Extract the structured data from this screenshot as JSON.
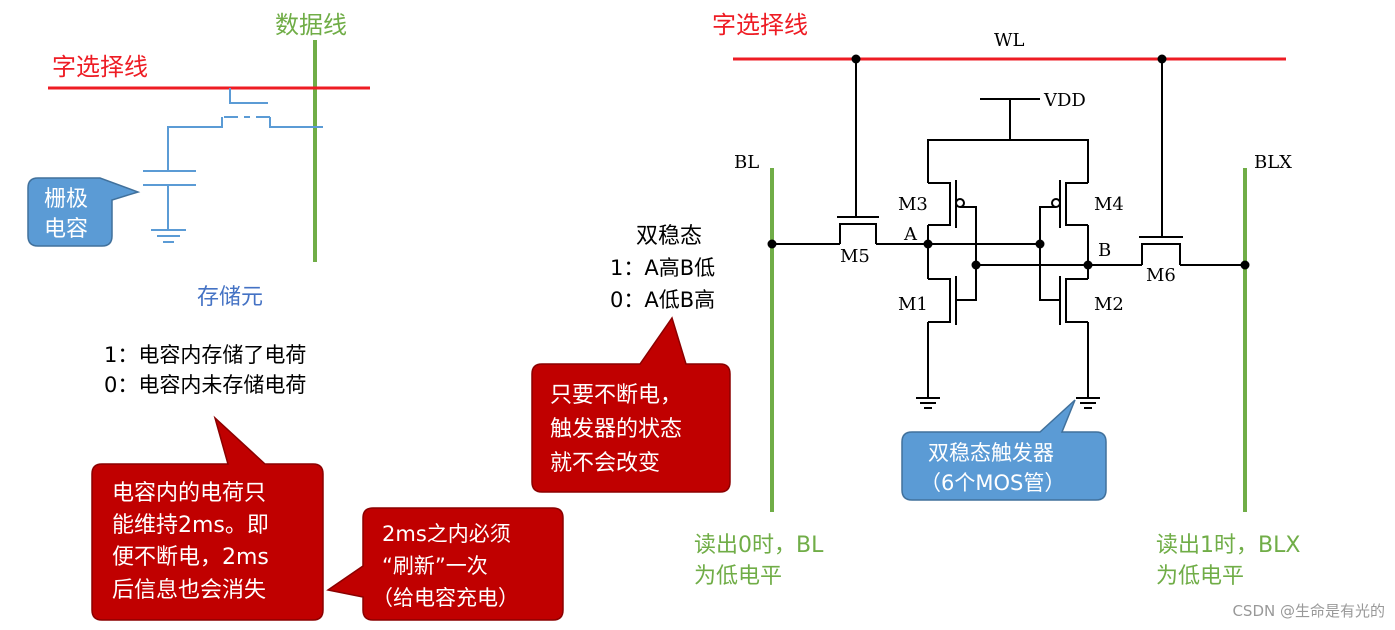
{
  "left_diagram": {
    "data_line_label": "数据线",
    "word_line_label": "字选择线",
    "gate_cap_label": [
      "栅极",
      "电容"
    ],
    "storage_label": "存储元",
    "legend": [
      "1：电容内存储了电荷",
      "0：电容内未存储电荷"
    ],
    "note_charge": [
      "电容内的电荷只",
      "能维持2ms。即",
      "便不断电，2ms",
      "后信息也会消失"
    ],
    "note_refresh": [
      "2ms之内必须",
      "“刷新”一次",
      "（给电容充电）"
    ]
  },
  "right_diagram": {
    "word_line_label": "字选择线",
    "wl": "WL",
    "vdd": "VDD",
    "bl": "BL",
    "blx": "BLX",
    "node_a": "A",
    "node_b": "B",
    "transistors": [
      "M1",
      "M2",
      "M3",
      "M4",
      "M5",
      "M6"
    ],
    "bistable_title": "双稳态",
    "bistable_states": [
      "1：A高B低",
      "0：A低B高"
    ],
    "note_power": [
      "只要不断电，",
      "触发器的状态",
      "就不会改变"
    ],
    "flipflop_label": [
      "双稳态触发器",
      "（6个MOS管）"
    ],
    "read0": [
      "读出0时，BL",
      "为低电平"
    ],
    "read1": [
      "读出1时，BLX",
      "为低电平"
    ]
  },
  "watermark": "CSDN @生命是有光的",
  "colors": {
    "red_line": "#ee1c24",
    "green_line": "#70ad47",
    "blue_text": "#4472c4",
    "circuit_blue": "#5b9bd5",
    "callout_red": "#c00000",
    "callout_blue": "#5b9bd5",
    "green_text": "#70ad47"
  }
}
